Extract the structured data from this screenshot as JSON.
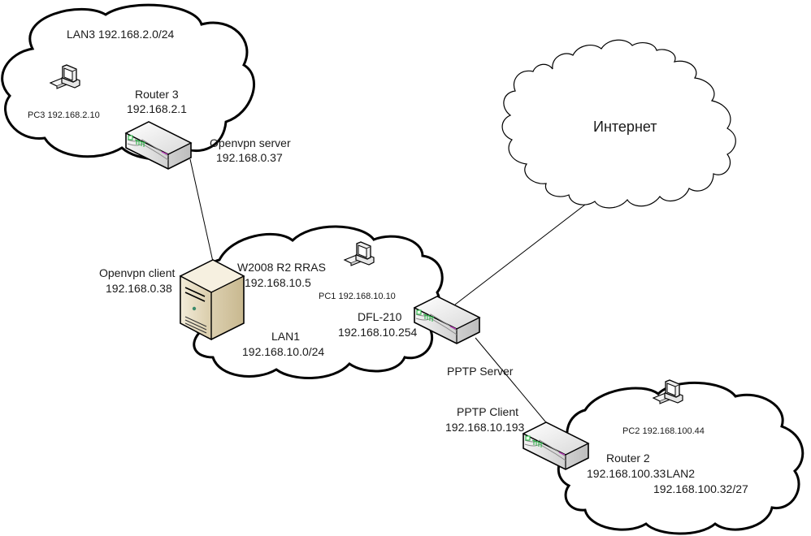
{
  "diagram": {
    "clouds": {
      "lan3": {
        "title": "LAN3 192.168.2.0/24"
      },
      "internet": {
        "title": "Интернет"
      },
      "lan1": {
        "title": "LAN1",
        "subnet": "192.168.10.0/24"
      },
      "lan2": {
        "title": "LAN2",
        "subnet": "192.168.100.32/27"
      }
    },
    "devices": {
      "pc3": {
        "label": "PC3 192.168.2.10"
      },
      "router3": {
        "name": "Router 3",
        "ip": "192.168.2.1",
        "role": "Openvpn server",
        "role_ip": "192.168.0.37"
      },
      "server": {
        "role": "Openvpn client",
        "role_ip": "192.168.0.38",
        "name": "W2008 R2 RRAS",
        "ip": "192.168.10.5"
      },
      "pc1": {
        "label": "PC1 192.168.10.10"
      },
      "dfl210": {
        "name": "DFL-210",
        "ip": "192.168.10.254",
        "role": "PPTP Server"
      },
      "router2": {
        "role": "PPTP Client",
        "role_ip": "192.168.10.193",
        "name": "Router 2",
        "ip": "192.168.100.33"
      },
      "pc2": {
        "label": "PC2 192.168.100.44"
      }
    },
    "colors": {
      "router_leds": "#1fae3c",
      "router_accent": "#c040c0",
      "server_body": "#e6dcc4"
    }
  }
}
